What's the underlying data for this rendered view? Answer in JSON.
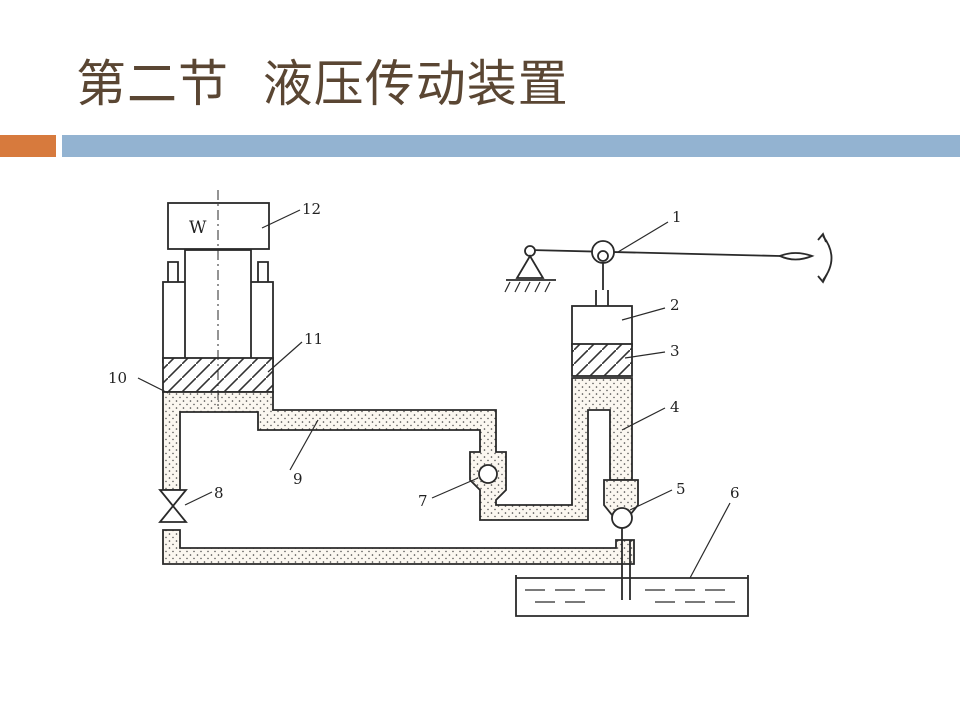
{
  "slide": {
    "title": "第二节  液压传动装置"
  },
  "diagram": {
    "weight_label": "W",
    "labels": {
      "1": "1",
      "2": "2",
      "3": "3",
      "4": "4",
      "5": "5",
      "6": "6",
      "7": "7",
      "8": "8",
      "9": "9",
      "10": "10",
      "11": "11",
      "12": "12"
    }
  },
  "colors": {
    "title": "#5a4633",
    "accent_orange": "#d77a3d",
    "accent_blue": "#93b3d1",
    "line": "#222222"
  }
}
